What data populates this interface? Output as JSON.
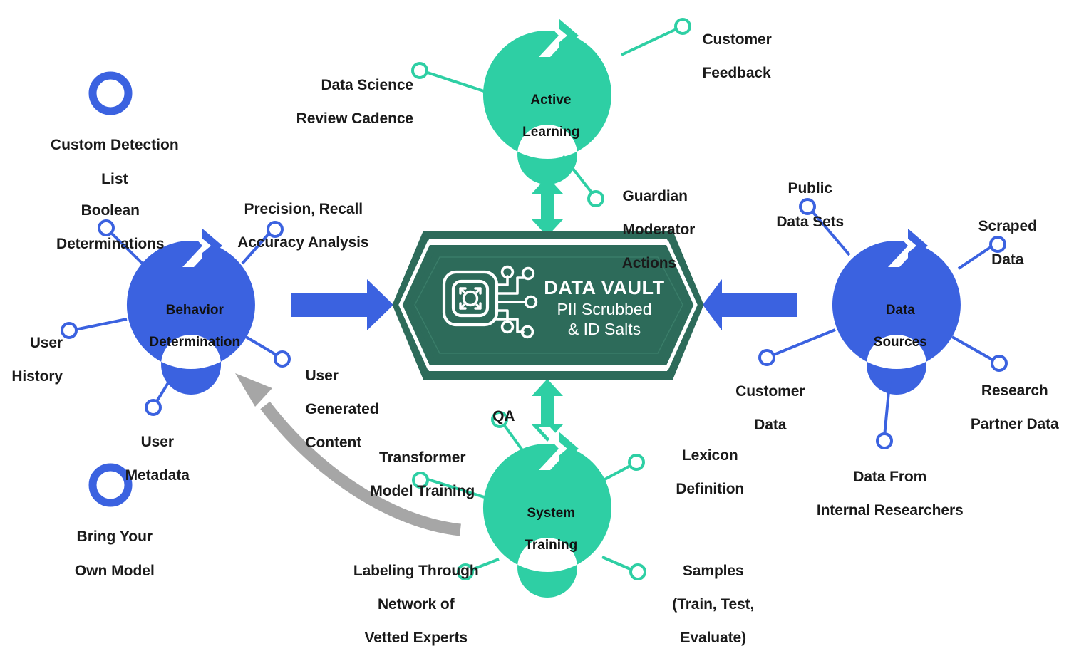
{
  "diagram": {
    "title": "Data Vault Content Moderation Pipeline",
    "colors": {
      "green": "#2ECFA4",
      "blue": "#3B62E0",
      "dark_green": "#2D6B5A",
      "gray": "#A6A6A6",
      "text": "#1a1a1a",
      "white": "#ffffff"
    }
  },
  "center": {
    "name": "data-vault",
    "title": "DATA VAULT",
    "subtitle_line1": "PII Scrubbed",
    "subtitle_line2": "& ID Salts",
    "icon": "chip-circuit-icon",
    "shape": "hexagon"
  },
  "nodes": [
    {
      "id": "active-learning",
      "title_line1": "Active",
      "title_line2": "Learning",
      "color": "green",
      "labels": [
        {
          "id": "data-science-review-cadence",
          "line1": "Data Science",
          "line2": "Review Cadence",
          "align": "right"
        },
        {
          "id": "customer-feedback",
          "line1": "Customer",
          "line2": "Feedback",
          "align": "left"
        },
        {
          "id": "guardian-moderator-actions",
          "line1": "Guardian",
          "line2": "Moderator",
          "line3": "Actions",
          "align": "left"
        }
      ]
    },
    {
      "id": "behavior-determination",
      "title_line1": "Behavior",
      "title_line2": "Determination",
      "color": "blue",
      "labels": [
        {
          "id": "boolean-determinations",
          "line1": "Boolean",
          "line2": "Determinations",
          "align": "center"
        },
        {
          "id": "precision-recall-accuracy-analysis",
          "line1": "Precision, Recall",
          "line2": "Accuracy Analysis",
          "align": "center"
        },
        {
          "id": "user-history",
          "line1": "User",
          "line2": "History",
          "align": "right"
        },
        {
          "id": "user-generated-content",
          "line1": "User",
          "line2": "Generated",
          "line3": "Content",
          "align": "left"
        },
        {
          "id": "user-metadata",
          "line1": "User",
          "line2": "Metadata",
          "align": "center"
        }
      ]
    },
    {
      "id": "data-sources",
      "title_line1": "Data",
      "title_line2": "Sources",
      "color": "blue",
      "labels": [
        {
          "id": "public-data-sets",
          "line1": "Public",
          "line2": "Data Sets",
          "align": "center"
        },
        {
          "id": "scraped-data",
          "line1": "Scraped",
          "line2": "Data",
          "align": "center"
        },
        {
          "id": "customer-data",
          "line1": "Customer",
          "line2": "Data",
          "align": "center"
        },
        {
          "id": "research-partner-data",
          "line1": "Research",
          "line2": "Partner Data",
          "align": "center"
        },
        {
          "id": "data-from-internal-researchers",
          "line1": "Data From",
          "line2": "Internal Researchers",
          "align": "center"
        }
      ]
    },
    {
      "id": "system-training",
      "title_line1": "System",
      "title_line2": "Training",
      "color": "green",
      "labels": [
        {
          "id": "qa",
          "line1": "QA",
          "align": "center"
        },
        {
          "id": "transformer-model-training",
          "line1": "Transformer",
          "line2": "Model Training",
          "align": "center"
        },
        {
          "id": "lexicon-definition",
          "line1": "Lexicon",
          "line2": "Definition",
          "align": "center"
        },
        {
          "id": "labeling-through-network-of-vetted-experts",
          "line1": "Labeling Through",
          "line2": "Network of",
          "line3": "Vetted Experts",
          "align": "center"
        },
        {
          "id": "samples",
          "line1": "Samples",
          "line2": "(Train, Test,",
          "line3": "Evaluate)",
          "align": "center"
        }
      ]
    }
  ],
  "standalone": [
    {
      "id": "custom-detection-list",
      "line1": "Custom Detection",
      "line2": "List",
      "color": "blue"
    },
    {
      "id": "bring-your-own-model",
      "line1": "Bring Your",
      "line2": "Own Model",
      "color": "blue"
    }
  ],
  "connectors": {
    "left_arrow_to_vault": "blue-arrow-right",
    "right_arrow_to_vault": "blue-arrow-left",
    "top_arrow": "green-double-arrow-vertical",
    "bottom_arrow": "green-double-arrow-vertical",
    "feedback_arrow": "gray-curved-arrow"
  }
}
